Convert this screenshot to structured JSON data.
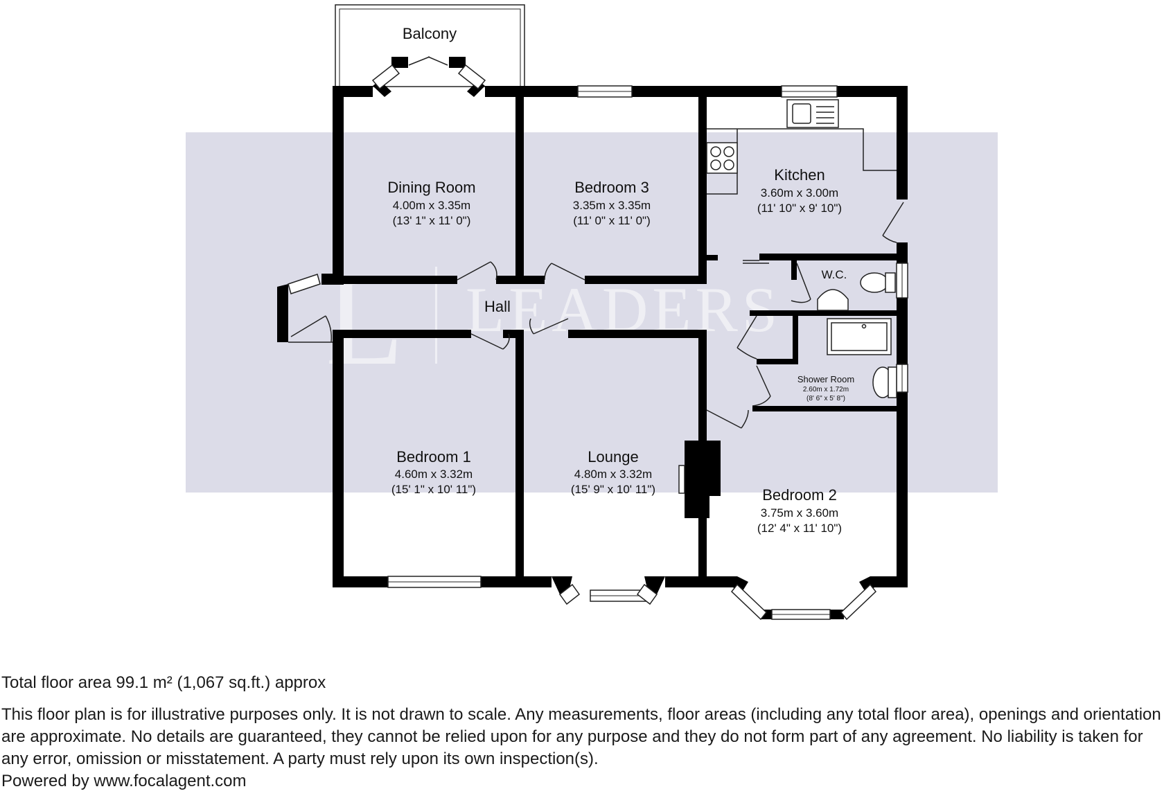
{
  "brand": {
    "watermark_text": "LEADERS",
    "watermark_letter": "L",
    "watermark_color": "#dcdce8"
  },
  "rooms": [
    {
      "id": "balcony",
      "name": "Balcony"
    },
    {
      "id": "dining",
      "name": "Dining Room",
      "metric": "4.00m x 3.35m",
      "imperial": "(13' 1\" x 11' 0\")"
    },
    {
      "id": "bed3",
      "name": "Bedroom 3",
      "metric": "3.35m x 3.35m",
      "imperial": "(11' 0\" x 11' 0\")"
    },
    {
      "id": "kitchen",
      "name": "Kitchen",
      "metric": "3.60m x 3.00m",
      "imperial": "(11' 10\" x 9' 10\")"
    },
    {
      "id": "wc",
      "name": "W.C."
    },
    {
      "id": "hall",
      "name": "Hall"
    },
    {
      "id": "shower",
      "name": "Shower Room",
      "metric": "2.60m x 1.72m",
      "imperial": "(8' 6\" x 5' 8\")"
    },
    {
      "id": "bed1",
      "name": "Bedroom 1",
      "metric": "4.60m x 3.32m",
      "imperial": "(15' 1\" x 10' 11\")"
    },
    {
      "id": "lounge",
      "name": "Lounge",
      "metric": "4.80m x 3.32m",
      "imperial": "(15' 9\" x 10' 11\")"
    },
    {
      "id": "bed2",
      "name": "Bedroom 2",
      "metric": "3.75m x 3.60m",
      "imperial": "(12' 4\" x 11' 10\")"
    }
  ],
  "footer": {
    "total_area": "Total floor area 99.1 m² (1,067 sq.ft.) approx",
    "disclaimer": "This floor plan is for illustrative purposes only. It is not drawn to scale. Any measurements, floor areas (including any total floor area), openings and orientation are approximate. No details are guaranteed, they cannot be relied upon for any purpose and they do not form part of any agreement. No liability is taken for any error, omission or misstatement. A party must rely upon its own inspection(s).",
    "powered_by": "Powered by www.focalagent.com"
  }
}
